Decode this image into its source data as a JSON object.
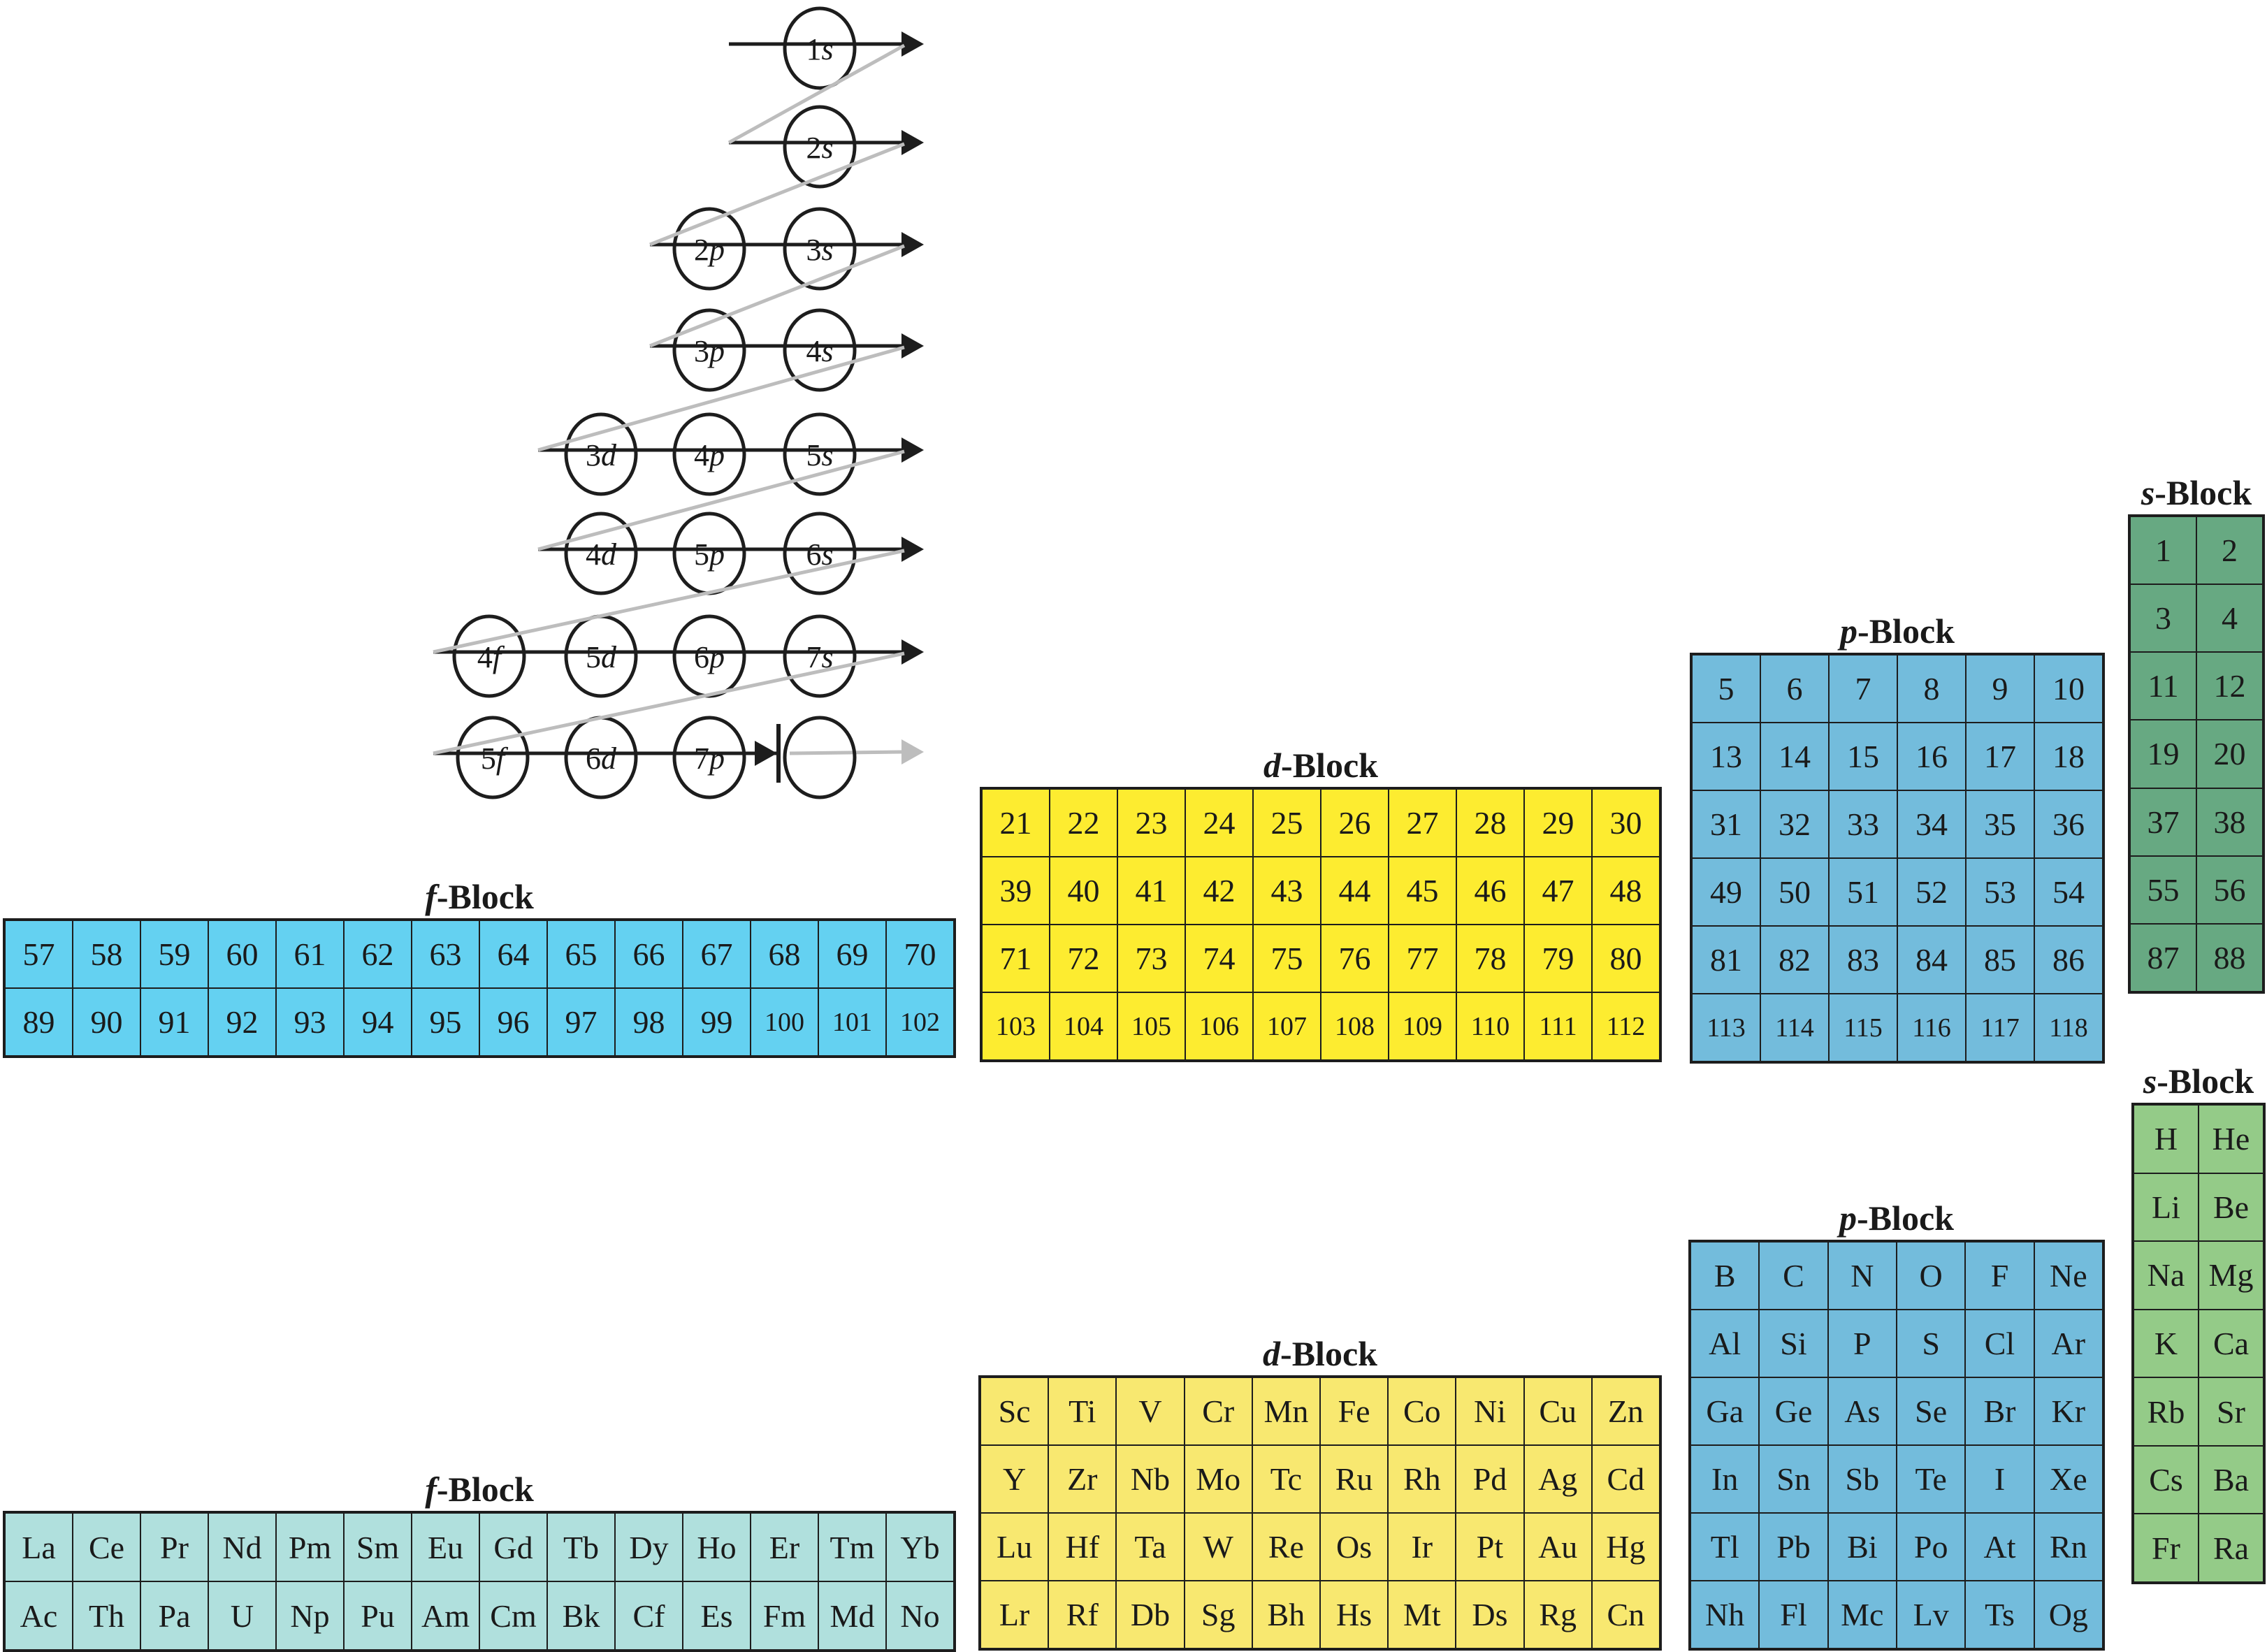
{
  "aufbau_diagram": {
    "rows": [
      [
        "1s"
      ],
      [
        "2s"
      ],
      [
        "2p",
        "3s"
      ],
      [
        "3p",
        "4s"
      ],
      [
        "3d",
        "4p",
        "5s"
      ],
      [
        "4d",
        "5p",
        "6s"
      ],
      [
        "4f",
        "5d",
        "6p",
        "7s"
      ],
      [
        "5f",
        "6d",
        "7p",
        ""
      ]
    ],
    "colors": {
      "arrow": "#1d1d1d",
      "zigzag": "#bdbdbd",
      "next_arrow": "#bdbdbd"
    }
  },
  "blocks_numbers": {
    "s": {
      "title_letter": "s",
      "title_rest": "-Block",
      "color": "#67a982",
      "rows": [
        [
          "1",
          "2"
        ],
        [
          "3",
          "4"
        ],
        [
          "11",
          "12"
        ],
        [
          "19",
          "20"
        ],
        [
          "37",
          "38"
        ],
        [
          "55",
          "56"
        ],
        [
          "87",
          "88"
        ]
      ]
    },
    "p": {
      "title_letter": "p",
      "title_rest": "-Block",
      "color": "#73bcdc",
      "rows": [
        [
          "5",
          "6",
          "7",
          "8",
          "9",
          "10"
        ],
        [
          "13",
          "14",
          "15",
          "16",
          "17",
          "18"
        ],
        [
          "31",
          "32",
          "33",
          "34",
          "35",
          "36"
        ],
        [
          "49",
          "50",
          "51",
          "52",
          "53",
          "54"
        ],
        [
          "81",
          "82",
          "83",
          "84",
          "85",
          "86"
        ],
        [
          "113",
          "114",
          "115",
          "116",
          "117",
          "118"
        ]
      ]
    },
    "d": {
      "title_letter": "d",
      "title_rest": "-Block",
      "color": "#fdec30",
      "rows": [
        [
          "21",
          "22",
          "23",
          "24",
          "25",
          "26",
          "27",
          "28",
          "29",
          "30"
        ],
        [
          "39",
          "40",
          "41",
          "42",
          "43",
          "44",
          "45",
          "46",
          "47",
          "48"
        ],
        [
          "71",
          "72",
          "73",
          "74",
          "75",
          "76",
          "77",
          "78",
          "79",
          "80"
        ],
        [
          "103",
          "104",
          "105",
          "106",
          "107",
          "108",
          "109",
          "110",
          "111",
          "112"
        ]
      ]
    },
    "f": {
      "title_letter": "f",
      "title_rest": "-Block",
      "color": "#64d1f1",
      "rows": [
        [
          "57",
          "58",
          "59",
          "60",
          "61",
          "62",
          "63",
          "64",
          "65",
          "66",
          "67",
          "68",
          "69",
          "70"
        ],
        [
          "89",
          "90",
          "91",
          "92",
          "93",
          "94",
          "95",
          "96",
          "97",
          "98",
          "99",
          "100",
          "101",
          "102"
        ]
      ]
    }
  },
  "blocks_symbols": {
    "s": {
      "title_letter": "s",
      "title_rest": "-Block",
      "color": "#94cb88",
      "rows": [
        [
          "H",
          "He"
        ],
        [
          "Li",
          "Be"
        ],
        [
          "Na",
          "Mg"
        ],
        [
          "K",
          "Ca"
        ],
        [
          "Rb",
          "Sr"
        ],
        [
          "Cs",
          "Ba"
        ],
        [
          "Fr",
          "Ra"
        ]
      ]
    },
    "p": {
      "title_letter": "p",
      "title_rest": "-Block",
      "color": "#73bcdc",
      "rows": [
        [
          "B",
          "C",
          "N",
          "O",
          "F",
          "Ne"
        ],
        [
          "Al",
          "Si",
          "P",
          "S",
          "Cl",
          "Ar"
        ],
        [
          "Ga",
          "Ge",
          "As",
          "Se",
          "Br",
          "Kr"
        ],
        [
          "In",
          "Sn",
          "Sb",
          "Te",
          "I",
          "Xe"
        ],
        [
          "Tl",
          "Pb",
          "Bi",
          "Po",
          "At",
          "Rn"
        ],
        [
          "Nh",
          "Fl",
          "Mc",
          "Lv",
          "Ts",
          "Og"
        ]
      ]
    },
    "d": {
      "title_letter": "d",
      "title_rest": "-Block",
      "color": "#f8e870",
      "rows": [
        [
          "Sc",
          "Ti",
          "V",
          "Cr",
          "Mn",
          "Fe",
          "Co",
          "Ni",
          "Cu",
          "Zn"
        ],
        [
          "Y",
          "Zr",
          "Nb",
          "Mo",
          "Tc",
          "Ru",
          "Rh",
          "Pd",
          "Ag",
          "Cd"
        ],
        [
          "Lu",
          "Hf",
          "Ta",
          "W",
          "Re",
          "Os",
          "Ir",
          "Pt",
          "Au",
          "Hg"
        ],
        [
          "Lr",
          "Rf",
          "Db",
          "Sg",
          "Bh",
          "Hs",
          "Mt",
          "Ds",
          "Rg",
          "Cn"
        ]
      ]
    },
    "f": {
      "title_letter": "f",
      "title_rest": "-Block",
      "color": "#b0e0dd",
      "rows": [
        [
          "La",
          "Ce",
          "Pr",
          "Nd",
          "Pm",
          "Sm",
          "Eu",
          "Gd",
          "Tb",
          "Dy",
          "Ho",
          "Er",
          "Tm",
          "Yb"
        ],
        [
          "Ac",
          "Th",
          "Pa",
          "U",
          "Np",
          "Pu",
          "Am",
          "Cm",
          "Bk",
          "Cf",
          "Es",
          "Fm",
          "Md",
          "No"
        ]
      ]
    }
  }
}
